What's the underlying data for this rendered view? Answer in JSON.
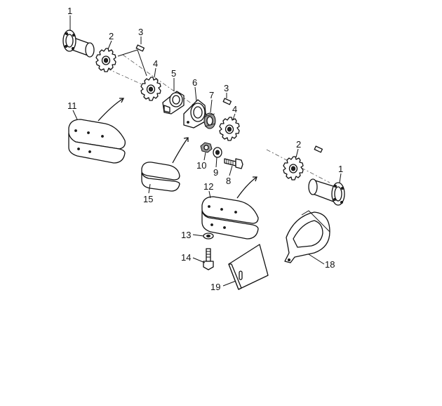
{
  "callouts": {
    "c1a": "1",
    "c2a": "2",
    "c3a": "3",
    "c4a": "4",
    "c5": "5",
    "c6": "6",
    "c7": "7",
    "c3b": "3",
    "c4b": "4",
    "c8": "8",
    "c9": "9",
    "c10": "10",
    "c11": "11",
    "c2b": "2",
    "c1b": "1",
    "c12": "12",
    "c13": "13",
    "c14": "14",
    "c15": "15",
    "c18": "18",
    "c19": "19"
  },
  "icons": {
    "bearing_housing": "flanged-bearing-housing",
    "sprocket": "chain-sprocket",
    "key": "key",
    "shoe": "chain-shoe-pad",
    "bolt": "hex-bolt",
    "washer": "washer",
    "nut": "hex-nut",
    "guard": "chain-guard",
    "bracket": "mounting-bracket"
  }
}
